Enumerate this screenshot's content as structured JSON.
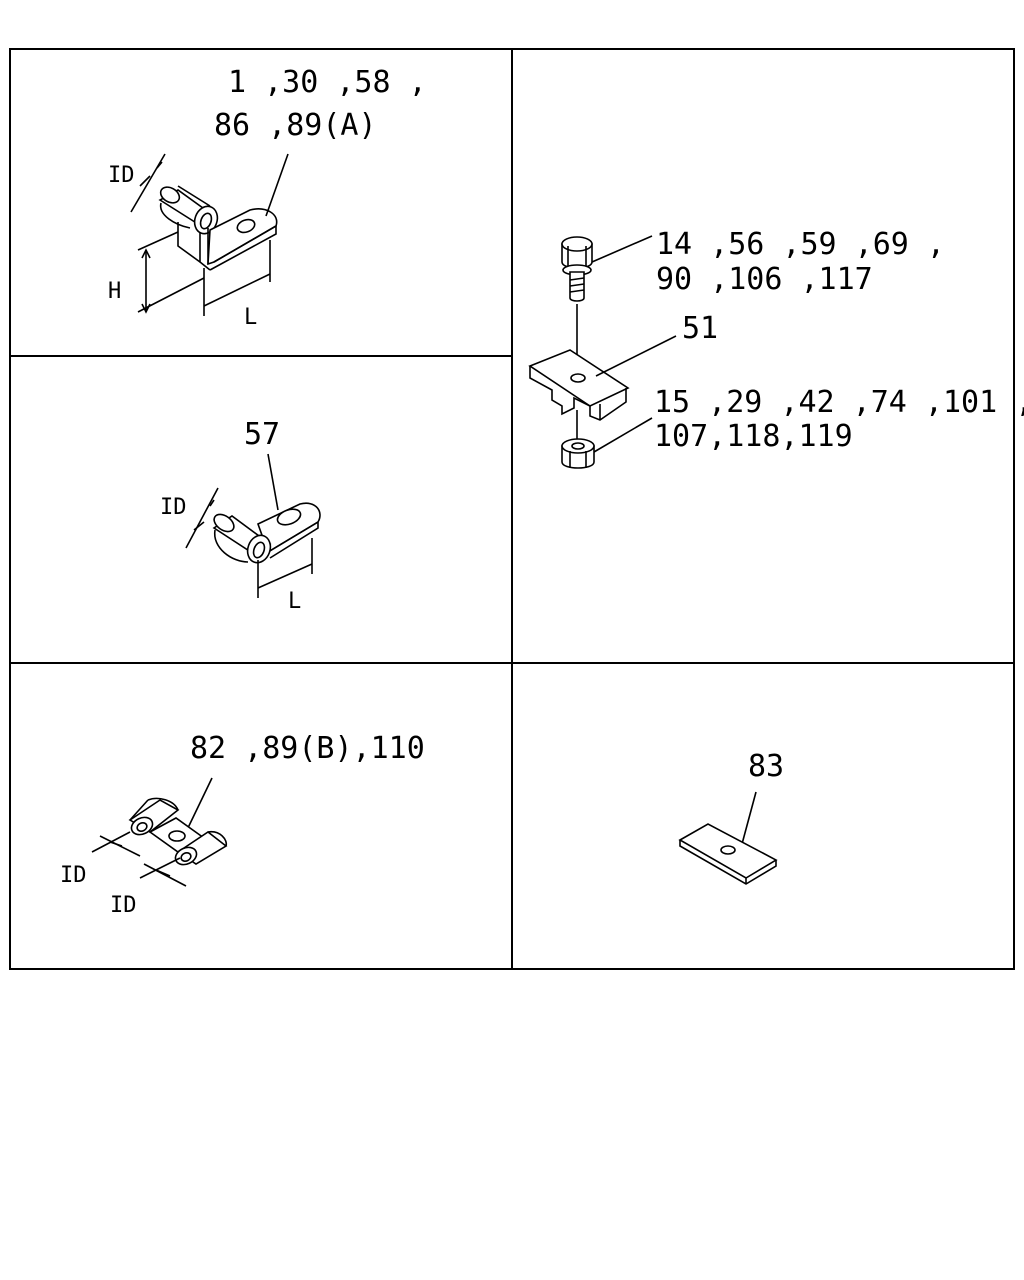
{
  "panels": {
    "p_clip_l_bracket": {
      "line1": "1 ,30 ,58 ,",
      "line2": "86 ,89(A)",
      "dim_id": "ID",
      "dim_h": "H",
      "dim_l": "L"
    },
    "p_clip_57": {
      "callout": "57",
      "dim_id": "ID",
      "dim_l": "L"
    },
    "p_bolt_assembly": {
      "bolt_line1": "14 ,56 ,59 ,69 ,",
      "bolt_line2": "90 ,106 ,117",
      "bracket_callout": "51",
      "nut_line1": "15 ,29 ,42 ,74 ,101 ,",
      "nut_line2": "107,118,119"
    },
    "p_double_clip": {
      "callout": "82 ,89(B),110",
      "dim_id_1": "ID",
      "dim_id_2": "ID"
    },
    "p_plate": {
      "callout": "83"
    }
  }
}
